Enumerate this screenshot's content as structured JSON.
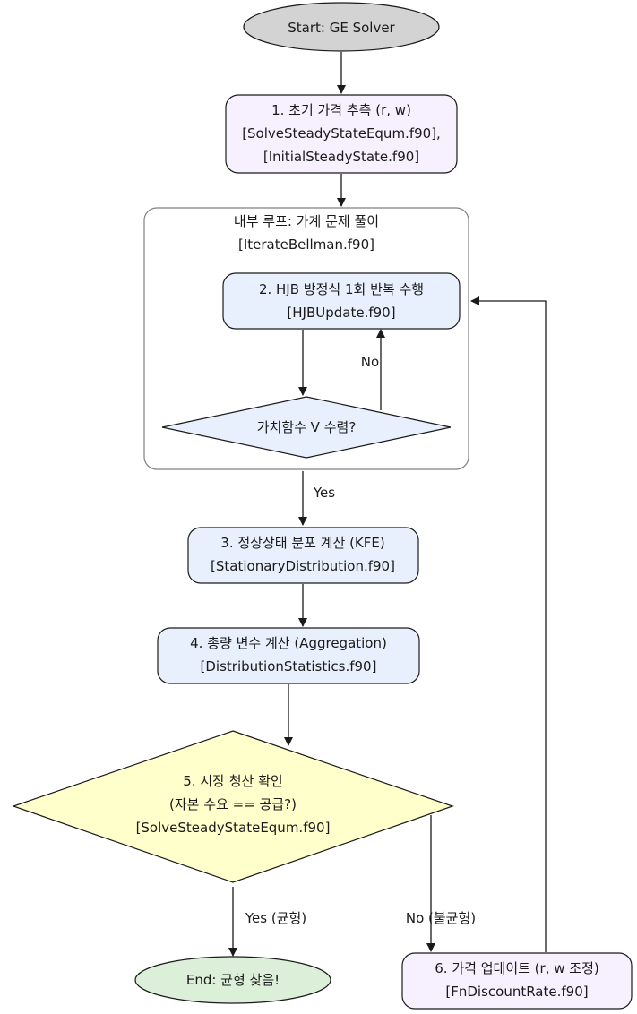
{
  "colors": {
    "start_fill": "#d3d3d3",
    "init_fill": "#f6f0ff",
    "hjb_fill": "#e8f0fd",
    "decision_fill": "#e8f0fd",
    "market_fill": "#ffffcc",
    "end_fill": "#dcefd9",
    "cluster_stroke": "#808080"
  },
  "nodes": {
    "start": {
      "label": "Start: GE Solver"
    },
    "initial_price": {
      "line1": "1. 초기 가격 추측 (r, w)",
      "line2": "[SolveSteadyStateEqum.f90],",
      "line3": "[InitialSteadyState.f90]"
    },
    "inner_loop": {
      "line1": "내부 루프: 가계 문제 풀이",
      "line2": "[IterateBellman.f90]"
    },
    "hjb_update": {
      "line1": "2. HJB 방정식 1회 반복 수행",
      "line2": "[HJBUpdate.f90]"
    },
    "value_converged": {
      "label": "가치함수 V 수렴?"
    },
    "stationary_dist": {
      "line1": "3. 정상상태 분포 계산 (KFE)",
      "line2": "[StationaryDistribution.f90]"
    },
    "aggregation": {
      "line1": "4. 총량 변수 계산 (Aggregation)",
      "line2": "[DistributionStatistics.f90]"
    },
    "market_clearing": {
      "line1": "5. 시장 청산 확인",
      "line2": "(자본 수요 == 공급?)",
      "line3": "[SolveSteadyStateEqum.f90]"
    },
    "end": {
      "label": "End: 균형 찾음!"
    },
    "price_update": {
      "line1": "6. 가격 업데이트 (r, w 조정)",
      "line2": "[FnDiscountRate.f90]"
    }
  },
  "edges": {
    "no_label": "No",
    "yes_label": "Yes",
    "yes_eq_label": "Yes (균형)",
    "no_diseq_label": "No (불균형)"
  }
}
